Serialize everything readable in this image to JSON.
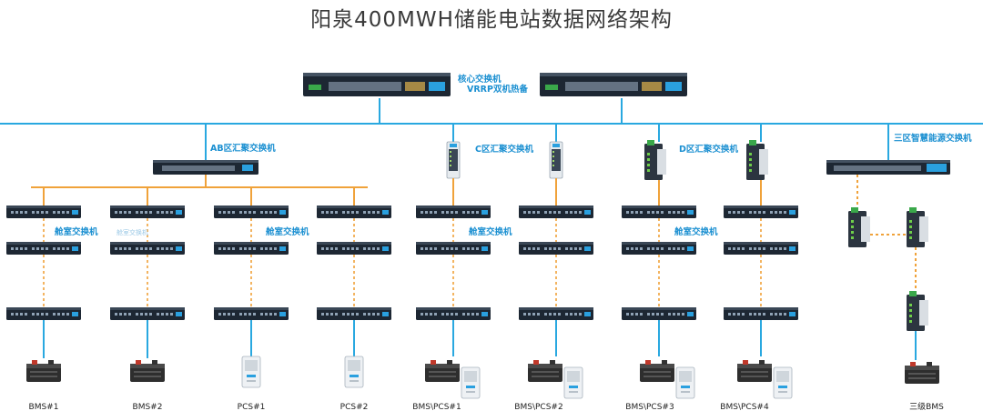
{
  "title": "阳泉400MWH储能电站数据网络架构",
  "colors": {
    "backbone": "#29a8e0",
    "ab_bus": "#f0a23a",
    "dashed_link": "#f0a23a",
    "label": "#1a8fd1"
  },
  "labels": {
    "core_switch_line1": "核心交换机",
    "core_switch_line2": "VRRP双机热备",
    "ab_aggregation": "AB区汇聚交换机",
    "c_aggregation": "C区汇聚交换机",
    "d_aggregation": "D区汇聚交换机",
    "zone3_switch": "三区智慧能源交换机",
    "cabin_switch_1": "舱室交换机",
    "cabin_switch_2": "舱室交换机",
    "cabin_switch_3": "舱室交换机",
    "cabin_switch_4": "舱室交换机",
    "cabin_switch_faint": "舱室交换机"
  },
  "devices": [
    {
      "name": "BMS#1",
      "type": "battery-icon"
    },
    {
      "name": "BMS#2",
      "type": "battery-icon"
    },
    {
      "name": "PCS#1",
      "type": "pcs-cabinet-icon"
    },
    {
      "name": "PCS#2",
      "type": "pcs-cabinet-icon"
    },
    {
      "name": "BMS\\PCS#1",
      "type": "battery-pcs-icon"
    },
    {
      "name": "BMS\\PCS#2",
      "type": "battery-pcs-icon"
    },
    {
      "name": "BMS\\PCS#3",
      "type": "battery-pcs-icon"
    },
    {
      "name": "BMS\\PCS#4",
      "type": "battery-pcs-icon"
    },
    {
      "name": "三级BMS",
      "type": "battery-icon"
    }
  ]
}
